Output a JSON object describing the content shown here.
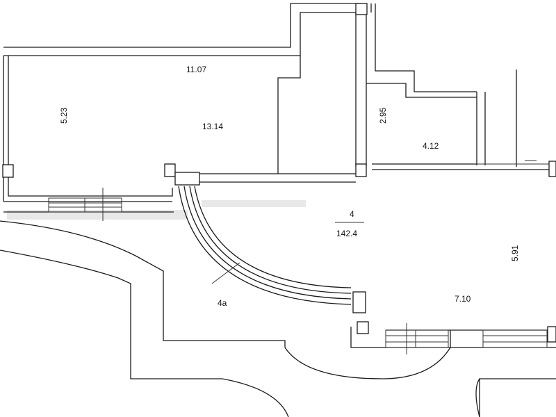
{
  "plan": {
    "labels": {
      "room_a_width": "11.07",
      "room_a_depth": "5.23",
      "room_a_area": "13.14",
      "room_b_depth": "2.95",
      "room_b_area": "4.12",
      "room_main_number": "4",
      "room_main_area": "142.4",
      "room_main_depth": "5.91",
      "room_main_width": "7.10",
      "terrace_number": "4a"
    }
  }
}
